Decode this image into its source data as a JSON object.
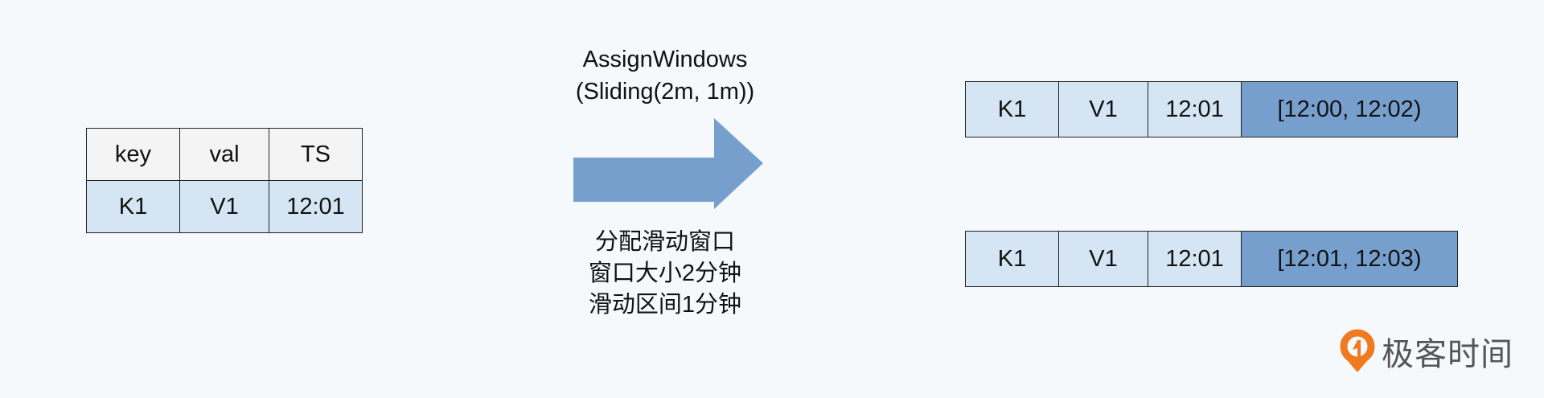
{
  "input_table": {
    "headers": [
      "key",
      "val",
      "TS"
    ],
    "row": [
      "K1",
      "V1",
      "12:01"
    ]
  },
  "operation": {
    "line1": "AssignWindows",
    "line2": "(Sliding(2m, 1m))"
  },
  "description": {
    "line1": "分配滑动窗口",
    "line2": "窗口大小2分钟",
    "line3": "滑动区间1分钟"
  },
  "output_rows": [
    [
      "K1",
      "V1",
      "12:01",
      "[12:00, 12:02)"
    ],
    [
      "K1",
      "V1",
      "12:01",
      "[12:01, 12:03)"
    ]
  ],
  "logo": {
    "text": "极客时间"
  },
  "colors": {
    "light_blue": "#d5e5f3",
    "dark_blue": "#779fcd",
    "arrow": "#779fcd",
    "logo_orange": "#f07a1f"
  }
}
